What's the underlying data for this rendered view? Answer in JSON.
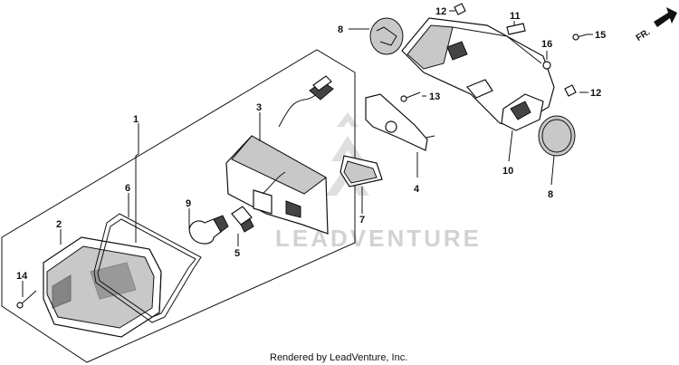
{
  "diagram": {
    "callouts": [
      {
        "id": "c1",
        "label": "1"
      },
      {
        "id": "c2",
        "label": "2"
      },
      {
        "id": "c3",
        "label": "3"
      },
      {
        "id": "c4",
        "label": "4"
      },
      {
        "id": "c5",
        "label": "5"
      },
      {
        "id": "c6",
        "label": "6"
      },
      {
        "id": "c7",
        "label": "7"
      },
      {
        "id": "c8a",
        "label": "8"
      },
      {
        "id": "c8b",
        "label": "8"
      },
      {
        "id": "c9",
        "label": "9"
      },
      {
        "id": "c10",
        "label": "10"
      },
      {
        "id": "c11",
        "label": "11"
      },
      {
        "id": "c12a",
        "label": "12"
      },
      {
        "id": "c12b",
        "label": "12"
      },
      {
        "id": "c13",
        "label": "13"
      },
      {
        "id": "c14",
        "label": "14"
      },
      {
        "id": "c15",
        "label": "15"
      },
      {
        "id": "c16",
        "label": "16"
      }
    ],
    "direction_label": "FR.",
    "watermark": "LEADVENTURE",
    "credit": "Rendered by LeadVenture, Inc."
  }
}
